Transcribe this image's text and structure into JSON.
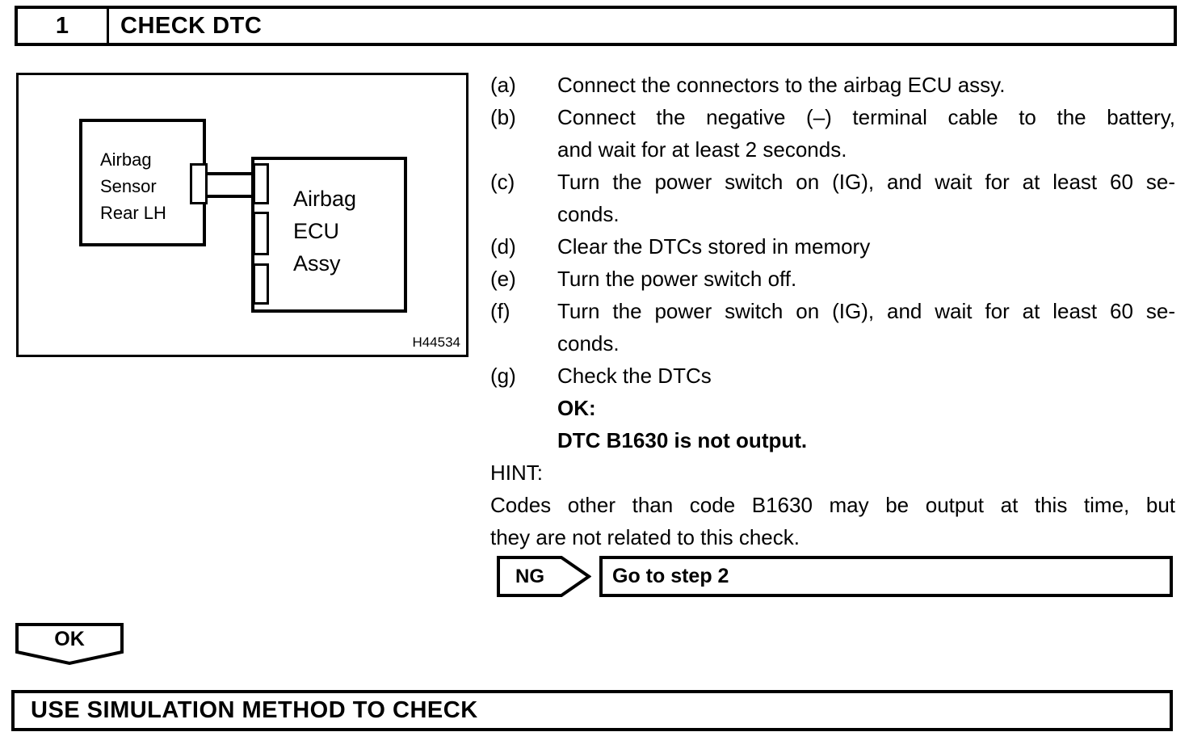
{
  "colors": {
    "ink": "#000000",
    "paper": "#ffffff"
  },
  "header": {
    "step_number": "1",
    "step_title": "CHECK DTC"
  },
  "diagram": {
    "sensor_label": [
      "Airbag",
      "Sensor",
      "Rear LH"
    ],
    "ecu_label": [
      "Airbag",
      "ECU",
      "Assy"
    ],
    "figure_code": "H44534"
  },
  "steps": [
    {
      "label": "(a)",
      "lines": [
        "Connect the connectors to the airbag ECU assy."
      ]
    },
    {
      "label": "(b)",
      "lines": [
        "Connect the negative (–) terminal cable to the battery,",
        "and wait for at least 2 seconds."
      ]
    },
    {
      "label": "(c)",
      "lines": [
        "Turn the power switch on (IG), and wait for at least 60 se-",
        "conds."
      ]
    },
    {
      "label": "(d)",
      "lines": [
        "Clear the DTCs stored in memory"
      ]
    },
    {
      "label": "(e)",
      "lines": [
        "Turn the power switch off."
      ]
    },
    {
      "label": "(f)",
      "lines": [
        "Turn the power switch on (IG), and wait for at least 60 se-",
        "conds."
      ]
    },
    {
      "label": "(g)",
      "lines": [
        "Check the DTCs"
      ],
      "ok_label": "OK:",
      "ok_condition": "DTC B1630 is not output."
    }
  ],
  "hint": {
    "label": "HINT:",
    "lines": [
      "Codes other than code B1630 may be output at this time, but",
      "they are not related to this check."
    ]
  },
  "ng": {
    "label": "NG",
    "action": "Go to step 2"
  },
  "ok": {
    "label": "OK"
  },
  "next_step": {
    "title": "USE SIMULATION METHOD TO CHECK"
  }
}
